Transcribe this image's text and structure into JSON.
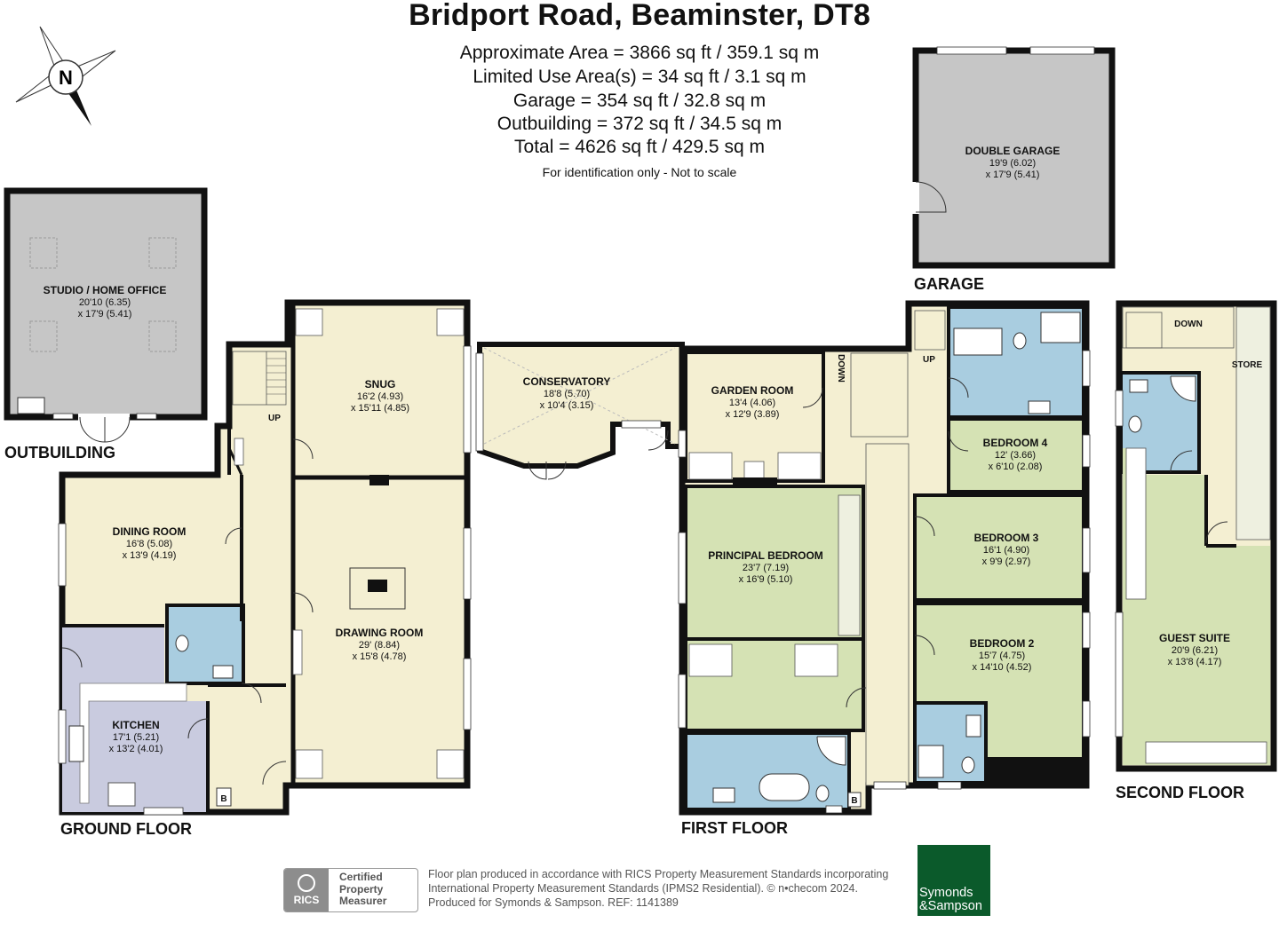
{
  "header": {
    "title": "Bridport Road, Beaminster, DT8",
    "areas": [
      "Approximate Area = 3866 sq ft / 359.1 sq m",
      "Limited Use Area(s) = 34 sq ft / 3.1 sq m",
      "Garage = 354 sq ft / 32.8 sq m",
      "Outbuilding = 372 sq ft / 34.5 sq m",
      "Total = 4626 sq ft / 429.5 sq m"
    ],
    "note": "For identification only - Not to scale"
  },
  "compass": {
    "label": "N"
  },
  "floors": {
    "outbuilding": "OUTBUILDING",
    "garage": "GARAGE",
    "ground": "GROUND FLOOR",
    "first": "FIRST FLOOR",
    "second": "SECOND FLOOR"
  },
  "rooms": {
    "studio": {
      "name": "STUDIO / HOME OFFICE",
      "d1": "20'10 (6.35)",
      "d2": "x 17'9 (5.41)"
    },
    "garage": {
      "name": "DOUBLE GARAGE",
      "d1": "19'9 (6.02)",
      "d2": "x 17'9 (5.41)"
    },
    "snug": {
      "name": "SNUG",
      "d1": "16'2 (4.93)",
      "d2": "x 15'11 (4.85)"
    },
    "conservatory": {
      "name": "CONSERVATORY",
      "d1": "18'8 (5.70)",
      "d2": "x 10'4 (3.15)"
    },
    "dining": {
      "name": "DINING ROOM",
      "d1": "16'8 (5.08)",
      "d2": "x 13'9 (4.19)"
    },
    "drawing": {
      "name": "DRAWING ROOM",
      "d1": "29' (8.84)",
      "d2": "x 15'8 (4.78)"
    },
    "kitchen": {
      "name": "KITCHEN",
      "d1": "17'1 (5.21)",
      "d2": "x 13'2 (4.01)"
    },
    "garden": {
      "name": "GARDEN ROOM",
      "d1": "13'4 (4.06)",
      "d2": "x 12'9 (3.89)"
    },
    "principal": {
      "name": "PRINCIPAL BEDROOM",
      "d1": "23'7 (7.19)",
      "d2": "x 16'9 (5.10)"
    },
    "bed4": {
      "name": "BEDROOM 4",
      "d1": "12' (3.66)",
      "d2": "x 6'10 (2.08)"
    },
    "bed3": {
      "name": "BEDROOM 3",
      "d1": "16'1 (4.90)",
      "d2": "x 9'9 (2.97)"
    },
    "bed2": {
      "name": "BEDROOM 2",
      "d1": "15'7 (4.75)",
      "d2": "x 14'10 (4.52)"
    },
    "guest": {
      "name": "GUEST SUITE",
      "d1": "20'9 (6.21)",
      "d2": "x 13'8 (4.17)"
    }
  },
  "labels": {
    "up": "UP",
    "down": "DOWN",
    "store": "STORE",
    "boiler": "B"
  },
  "footer": {
    "text_lines": [
      "Floor plan produced in accordance with RICS Property Measurement Standards incorporating",
      "International Property Measurement Standards (IPMS2 Residential).   © n•checom 2024.",
      "Produced for Symonds & Sampson.   REF:  1141389"
    ],
    "rics": {
      "mark": "RICS",
      "lines": [
        "Certified",
        "Property",
        "Measurer"
      ]
    },
    "brand": [
      "Symonds",
      "&Sampson"
    ]
  },
  "colors": {
    "wall": "#111111",
    "living": "#f4efd2",
    "bedroom": "#d5e2b4",
    "bathroom": "#a9cde0",
    "kitchen": "#c9cbdf",
    "outbuilding": "#c6c6c6",
    "brand": "#0b5a2b"
  }
}
